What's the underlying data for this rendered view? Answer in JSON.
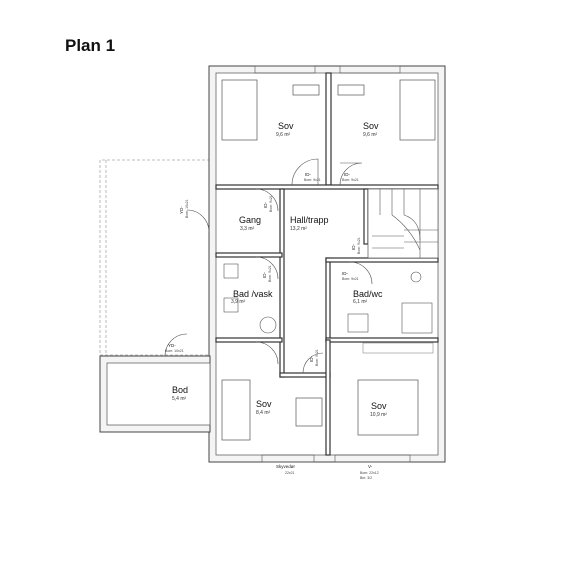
{
  "title": "Plan 1",
  "rooms": [
    {
      "name": "Sov",
      "area": "9,6 m²"
    },
    {
      "name": "Sov",
      "area": "9,6 m²"
    },
    {
      "name": "Gang",
      "area": "3,3 m²"
    },
    {
      "name": "Hall/trapp",
      "area": "13,2 m²"
    },
    {
      "name": "Bad /vask",
      "area": "3,9 m²"
    },
    {
      "name": "Bad/wc",
      "area": "6,1 m²"
    },
    {
      "name": "Bod",
      "area": "5,4 m²"
    },
    {
      "name": "Sov",
      "area": "8,4 m²"
    },
    {
      "name": "Sov",
      "area": "10,9 m²"
    }
  ],
  "doors": [
    {
      "tag": "ID-",
      "size": "Bom: 9x21"
    },
    {
      "tag": "ID-",
      "size": "Bom: 9x21"
    },
    {
      "tag": "ID-",
      "size": "Bom: 9x21"
    },
    {
      "tag": "ID-",
      "size": "Bom: 9x21"
    },
    {
      "tag": "ID-",
      "size": "Bom: 9x21"
    },
    {
      "tag": "ID-",
      "size": "Bom: 9x21"
    },
    {
      "tag": "ID-",
      "size": "Bom: 9x21"
    },
    {
      "tag": "YD-",
      "size": "Bom: 10x21"
    },
    {
      "tag": "YD-",
      "size": "Bom: 10x21"
    }
  ],
  "annotations": {
    "sliding_door_label": "Skyvedør",
    "sliding_door_size": "22x21",
    "window_tag": "V-",
    "window_size_1": "Bom: 22x12",
    "window_size_2": "Bm: 3/2"
  },
  "colors": {
    "wall_stroke": "#444444",
    "wall_fill": "#f4f4f4",
    "dashed_outline": "#aaaaaa"
  }
}
